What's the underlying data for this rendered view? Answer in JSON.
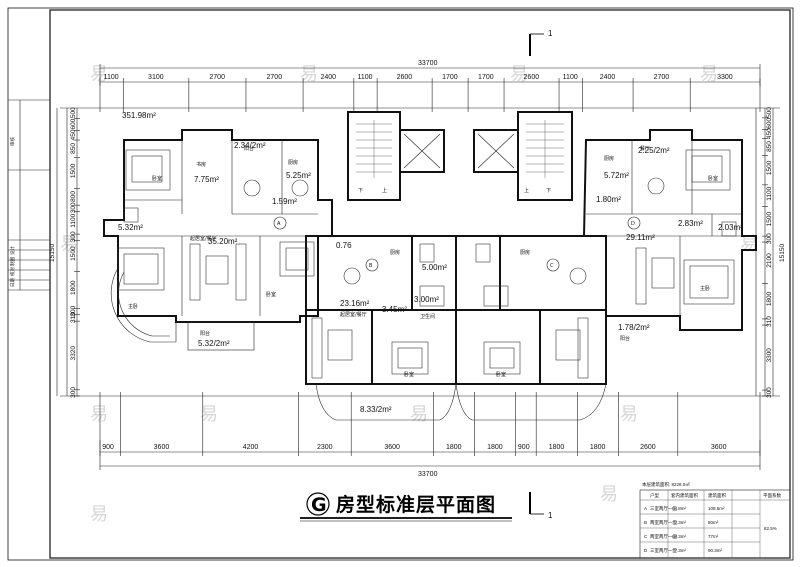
{
  "drawing": {
    "title_letter": "G",
    "title_text": "房型标准层平面图",
    "section_marker": "1",
    "overall_width": "33700",
    "overall_depth": "15150"
  },
  "top_dims": [
    "1100",
    "3100",
    "2700",
    "2700",
    "2400",
    "1100",
    "2600",
    "1700",
    "1700",
    "2600",
    "1100",
    "2400",
    "2700",
    "3300"
  ],
  "bottom_dims": [
    "900",
    "3600",
    "4200",
    "2300",
    "3600",
    "1800",
    "1800",
    "900",
    "1800",
    "1800",
    "2600",
    "3600"
  ],
  "left_dims": [
    "500",
    "600",
    "450",
    "850",
    "1500",
    "800",
    "300",
    "1100",
    "300",
    "1500",
    "1800",
    "300",
    "310",
    "3320",
    "300"
  ],
  "right_dims": [
    "500",
    "600",
    "450",
    "850",
    "1500",
    "1100",
    "1500",
    "300",
    "2100",
    "1800",
    "310",
    "3300",
    "300"
  ],
  "areas": [
    "351.98m²",
    "2.34/2m²",
    "7.75m²",
    "5.25m²",
    "1.59m²",
    "5.32m²",
    "35.20m²",
    "0.76",
    "5.00m²",
    "23.16m²",
    "3.45m²",
    "3.00m²",
    "5.32/2m²",
    "8.33/2m²",
    "2.25/2m²",
    "5.72m²",
    "1.80m²",
    "2.83m²",
    "2.03m²",
    "29.11m²",
    "1.78/2m²"
  ],
  "markers": [
    "A",
    "B",
    "C",
    "D"
  ],
  "rooms": {
    "bedroom": "卧室",
    "kitchen": "厨房",
    "dining": "餐厅",
    "living": "起居室/餐厅",
    "balcony": "阳台",
    "toilet": "卫生间",
    "stair_down": "下",
    "stair_up": "上",
    "study": "书房",
    "master": "主卧"
  },
  "left_strip": [
    "审核",
    "设计",
    "制图",
    "校对",
    "日期"
  ],
  "table": {
    "caption": "本层建筑面积: 8228.0㎡",
    "headers": [
      "户型",
      "套内建筑面积",
      "建筑面积",
      "平面系数"
    ],
    "rows": [
      [
        "A",
        "三室两厅一卫",
        "94.8m²",
        "108.5m²"
      ],
      [
        "B",
        "两室两厅一卫",
        "72.3m²",
        "80m²"
      ],
      [
        "C",
        "两室两厅一卫",
        "68.3m²",
        "77m²"
      ],
      [
        "D",
        "三室两厅一卫",
        "77.3m²",
        "90.3m²"
      ]
    ],
    "coef": "82.5%"
  },
  "watermark": "易"
}
